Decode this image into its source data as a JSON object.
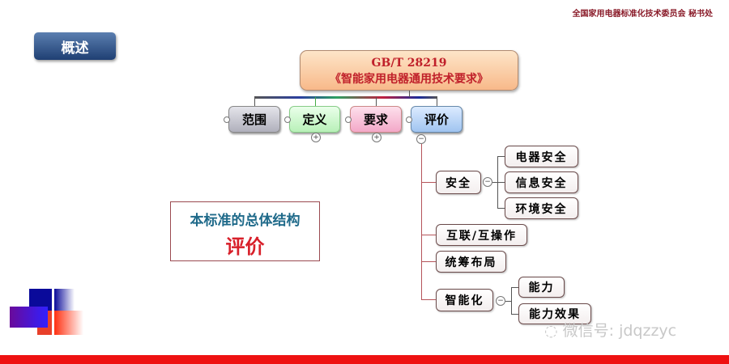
{
  "header": {
    "organization": "全国家用电器标准化技术委员会 秘书处"
  },
  "section_button": "概述",
  "root": {
    "line1": "GB/T 28219",
    "line2": "《智能家用电器通用技术要求》"
  },
  "branches": [
    "范围",
    "定义",
    "要求",
    "评价"
  ],
  "evaluation": {
    "safety": {
      "label": "安全",
      "children": [
        "电器安全",
        "信息安全",
        "环境安全"
      ]
    },
    "interop": "互联/互操作",
    "layout": "统筹布局",
    "intelligence": {
      "label": "智能化",
      "children": [
        "能力",
        "能力效果"
      ]
    }
  },
  "caption": {
    "line1": "本标准的总体结构",
    "line2": "评价"
  },
  "watermark": "微信号: jdqzzyc",
  "colors": {
    "accent_red": "#ee1111",
    "title_blue": "#1f6a8a"
  }
}
